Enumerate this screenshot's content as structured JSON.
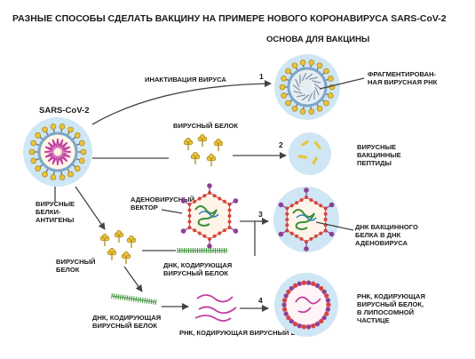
{
  "title": "РАЗНЫЕ СПОСОБЫ СДЕЛАТЬ ВАКЦИНУ НА ПРИМЕРЕ НОВОГО КОРОНАВИРУСА SARS-CoV-2",
  "column_header": "ОСНОВА ДЛЯ ВАКЦИНЫ",
  "source_virus": {
    "name": "SARS-CoV-2",
    "antigen_label": [
      "ВИРУСНЫЕ",
      "БЕЛКИ-",
      "АНТИГЕНЫ"
    ]
  },
  "routes": [
    {
      "number": "1",
      "step_label": [
        "ИНАКТИВАЦИЯ ВИРУСА"
      ],
      "result_label": [
        "ФРАГМЕНТИРОВАН-",
        "НАЯ ВИРУСНАЯ РНК"
      ]
    },
    {
      "number": "2",
      "step_label": [
        "ВИРУСНЫЙ БЕЛОК"
      ],
      "result_label": [
        "ВИРУСНЫЕ",
        "ВАКЦИННЫЕ",
        "ПЕПТИДЫ"
      ]
    },
    {
      "number": "3",
      "step_label": [
        "АДЕНОВИРУСНЫЙ",
        "ВЕКТОР"
      ],
      "result_label": [
        "ДНК ВАКЦИННОГО",
        "БЕЛКА В ДНК",
        "АДЕНОВИРУСА"
      ]
    },
    {
      "number": "4",
      "step_label": [
        "РНК, КОДИРУЮЩАЯ ВИРУСНЫЙ БЕЛОК"
      ],
      "result_label": [
        "РНК, КОДИРУЮЩАЯ",
        "ВИРУСНЫЙ БЕЛОК,",
        "В ЛИПОСОМНОЙ",
        "ЧАСТИЦЕ"
      ]
    }
  ],
  "intermediate_labels": {
    "viral_protein": [
      "ВИРУСНЫЙ",
      "БЕЛОК"
    ],
    "dna_coding_top": [
      "ДНК, КОДИРУЮЩАЯ",
      "ВИРУСНЫЙ БЕЛОК"
    ],
    "dna_coding_bottom": [
      "ДНК, КОДИРУЮЩАЯ",
      "ВИРУСНЫЙ БЕЛОК"
    ]
  },
  "colors": {
    "cell_bg": "#cfe6f5",
    "protein_yellow": "#e9c43a",
    "capsid_red": "#d8443a",
    "spike_purple": "#8e3f93",
    "dna_green": "#3c8f3a",
    "rna_magenta": "#c23ea0",
    "envelope_blue": "#7fa6c8"
  }
}
